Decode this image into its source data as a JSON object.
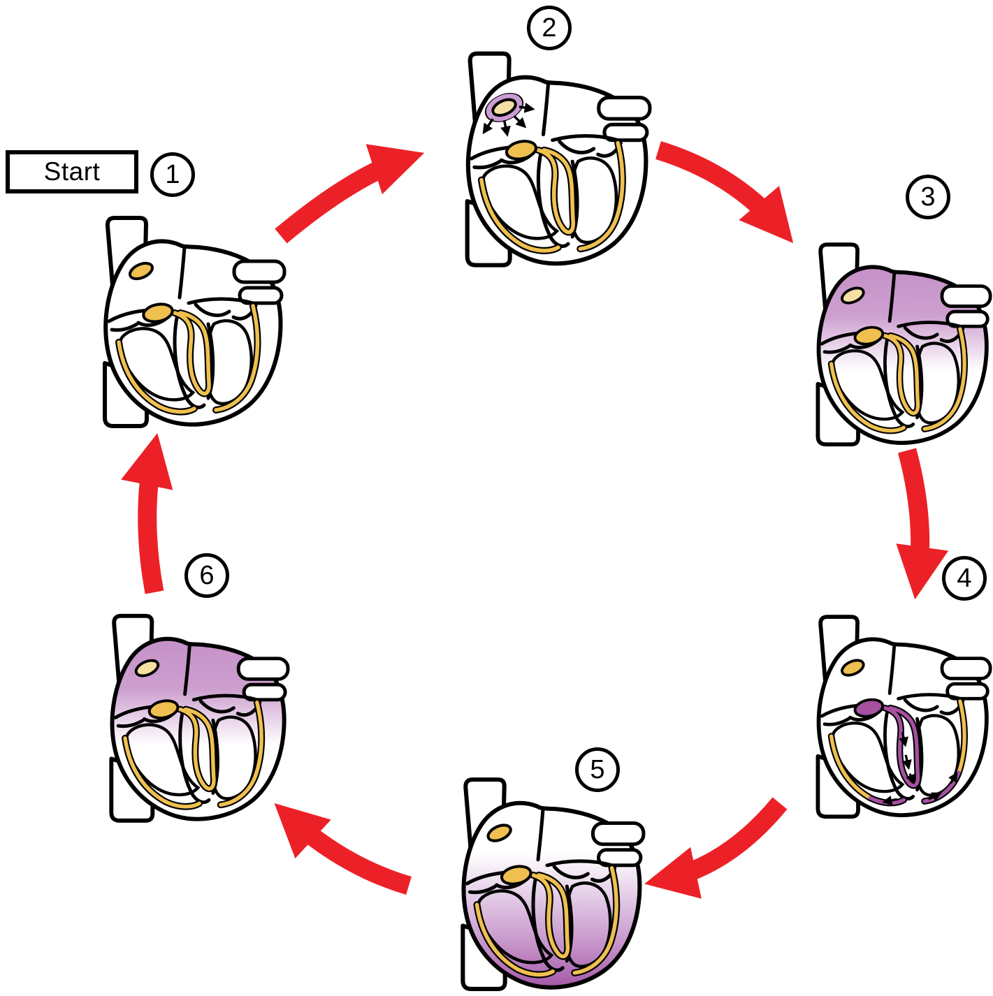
{
  "figure": {
    "start_label": "Start",
    "colors": {
      "arrow_red": "#EC2127",
      "ink": "#000000",
      "conduction_yellow": "#EFC050",
      "node_pale_yellow": "#F5DFA2",
      "atria_purple": "#C48FC7",
      "ventricle_purple_mid": "#B678BE",
      "ventricle_purple_deep": "#9E4B9F",
      "impulse_purple": "#A6509F",
      "sa_ring_purple": "#CC9DD4"
    },
    "stages": [
      {
        "number": "1",
        "heart_icon": "heart-conduction-at-rest-icon",
        "svg_class": "heart v-resting"
      },
      {
        "number": "2",
        "heart_icon": "heart-sa-node-firing-icon",
        "svg_class": "heart v-sa-firing"
      },
      {
        "number": "3",
        "heart_icon": "heart-atria-depolarized-icon",
        "svg_class": "heart v-atria"
      },
      {
        "number": "4",
        "heart_icon": "heart-av-bundle-conducting-icon",
        "svg_class": "heart v-impulse"
      },
      {
        "number": "5",
        "heart_icon": "heart-ventricles-depolarized-icon",
        "svg_class": "heart v-ventricles"
      },
      {
        "number": "6",
        "heart_icon": "heart-atria-depolarized-icon",
        "svg_class": "heart v-atria"
      }
    ]
  }
}
